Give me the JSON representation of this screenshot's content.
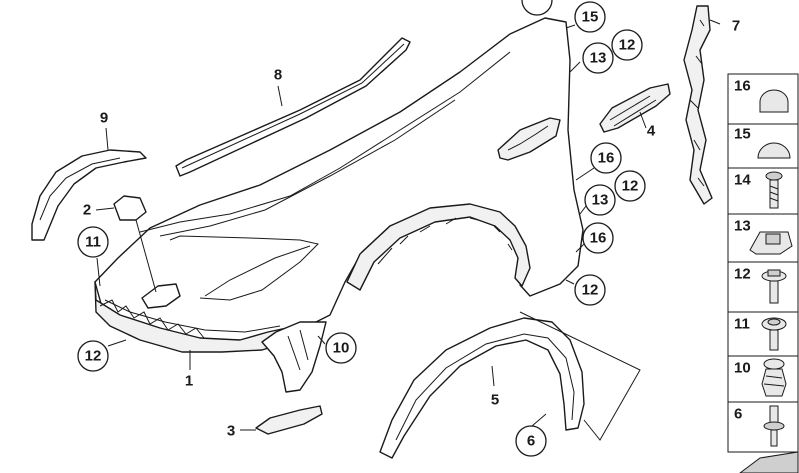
{
  "callouts": {
    "c15_top": "15",
    "c13_top": "13",
    "c12_top": "12",
    "c16_mid": "16",
    "c12_mid": "12",
    "c13_mid": "13",
    "c16_low": "16",
    "c12_low": "12",
    "c11_left": "11",
    "c12_left": "12",
    "c10": "10",
    "c6_bottom": "6"
  },
  "labels": {
    "l7": "7",
    "l8": "8",
    "l9": "9",
    "l4": "4",
    "l2": "2",
    "l1": "1",
    "l3": "3",
    "l5": "5"
  },
  "legend": {
    "rows": [
      "16",
      "15",
      "14",
      "13",
      "12",
      "11",
      "10",
      "6"
    ]
  },
  "icons": {
    "rows": [
      "cap-icon",
      "dome-cap-icon",
      "screw-icon",
      "clip-nut-icon",
      "flange-bolt-icon",
      "washer-screw-icon",
      "expanding-screw-icon",
      "rivet-icon"
    ]
  }
}
